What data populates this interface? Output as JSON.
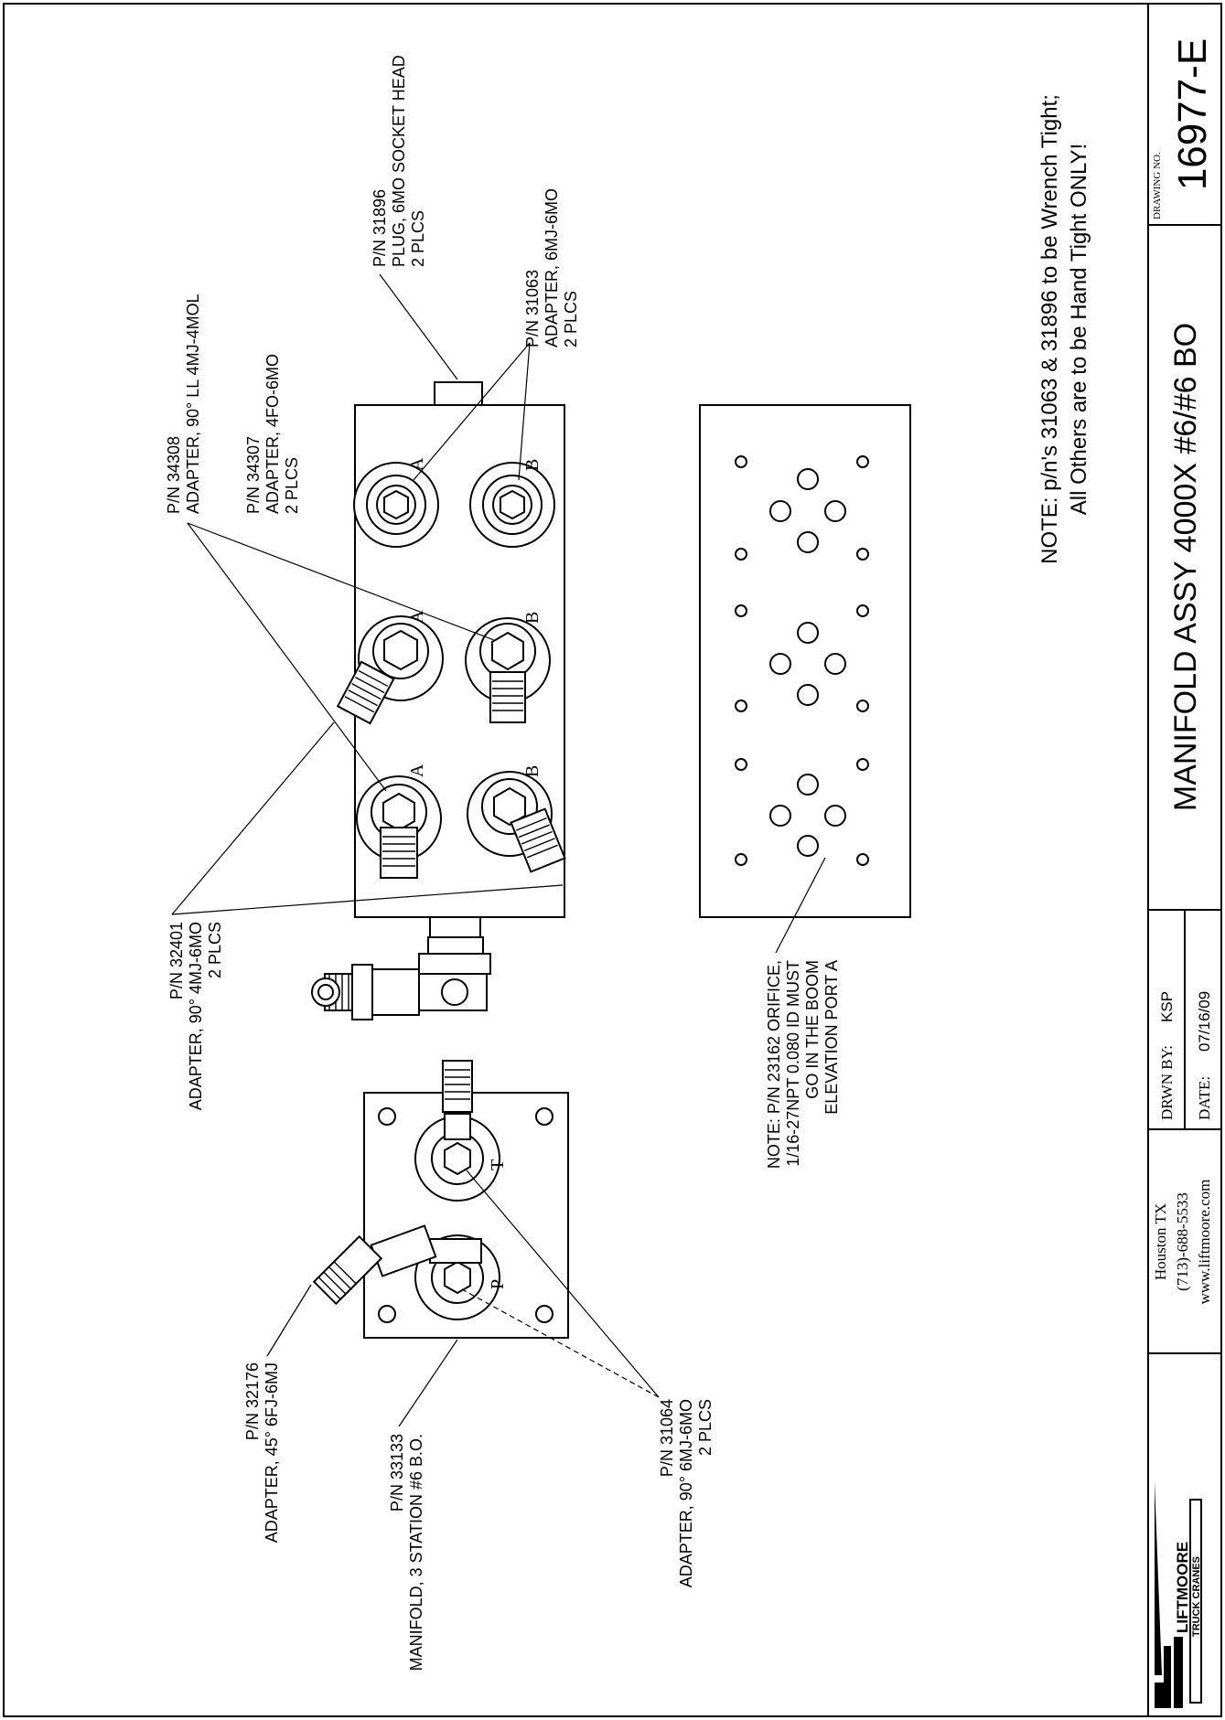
{
  "title_block": {
    "drawing_title": "MANIFOLD ASSY 4000X #6/#6 BO",
    "drawing_no_label": "DRAWING NO.",
    "drawing_no": "16977-E",
    "drawn_by_label": "DRWN BY:",
    "drawn_by": "KSP",
    "date_label": "DATE:",
    "date": "07/16/09",
    "company": {
      "logo_text": "LIFTMOORE",
      "logo_subtext": "TRUCK CRANES",
      "city": "Houston TX",
      "phone": "(713)-688-5533",
      "web": "www.liftmoore.com"
    }
  },
  "notes": {
    "torque_line1": "NOTE: p/n's 31063 & 31896 to be Wrench Tight;",
    "torque_line2": "All Others are to be Hand Tight ONLY!",
    "orifice_line1": "NOTE: P/N 23162 ORIFICE,",
    "orifice_line2": "1/16-27NPT 0.080 ID MUST",
    "orifice_line3": "GO IN THE BOOM",
    "orifice_line4": "ELEVATION PORT A"
  },
  "callouts": {
    "plug_31896": [
      "P/N 31896",
      "PLUG, 6MO SOCKET HEAD",
      "2 PLCS"
    ],
    "adapter_34308": [
      "P/N 34308",
      "ADAPTER, 90° LL 4MJ-4MOL"
    ],
    "adapter_34307": [
      "P/N 34307",
      "ADAPTER, 4FO-6MO",
      "2 PLCS"
    ],
    "adapter_31063": [
      "P/N 31063",
      "ADAPTER, 6MJ-6MO",
      "2 PLCS"
    ],
    "adapter_32401": [
      "P/N 32401",
      "ADAPTER, 90° 4MJ-6MO",
      "2 PLCS"
    ],
    "adapter_32176": [
      "P/N 32176",
      "ADAPTER, 45° 6FJ-6MJ"
    ],
    "manifold_33133": [
      "P/N 33133",
      "MANIFOLD, 3 STATION #6 B.O."
    ],
    "adapter_31064": [
      "P/N 31064",
      "ADAPTER, 90° 6MJ-6MO",
      "2 PLCS"
    ]
  },
  "port_labels": {
    "a": "A",
    "b": "B",
    "p": "P",
    "t": "T"
  }
}
